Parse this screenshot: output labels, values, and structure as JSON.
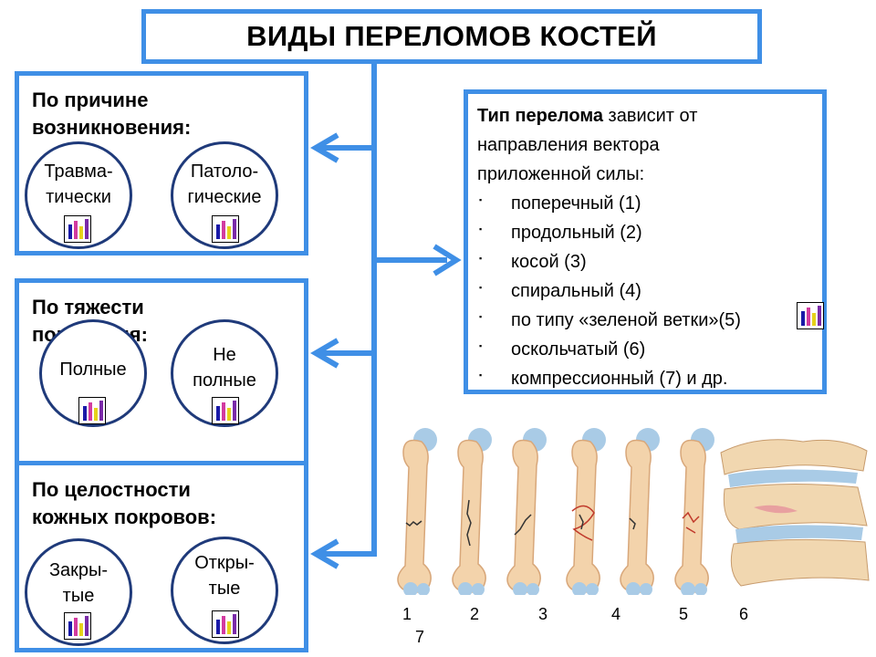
{
  "title": "ВИДЫ ПЕРЕЛОМОВ КОСТЕЙ",
  "categories": [
    {
      "title_line1": "По причине",
      "title_line2": "возникновения:",
      "items": [
        {
          "line1": "Травма-",
          "line2": "тически"
        },
        {
          "line1": "Патоло-",
          "line2": "гические"
        }
      ]
    },
    {
      "title_line1": "По тяжести",
      "title_line2": "поражения:",
      "items": [
        {
          "line1": "Полные",
          "line2": ""
        },
        {
          "line1": "Не",
          "line2": "полные"
        }
      ]
    },
    {
      "title_line1": "По целостности",
      "title_line2": "кожных покровов:",
      "items": [
        {
          "line1": "Закры-",
          "line2": "тые"
        },
        {
          "line1": "Откры-",
          "line2": "тые"
        }
      ]
    }
  ],
  "info": {
    "bold": "Тип перелома",
    "rest": " зависит от",
    "line2": "направления вектора",
    "line3": "приложенной силы:",
    "items": [
      "поперечный (1)",
      "продольный (2)",
      "косой (3)",
      "спиральный (4)",
      "по типу «зеленой ветки»(5)",
      "оскольчатый (6)",
      "компрессионный (7) и др."
    ]
  },
  "bone_numbers": [
    "1",
    "2",
    "3",
    "4",
    "5",
    "6",
    "7"
  ],
  "colors": {
    "accent": "#3f8fe6",
    "circle_border": "#1f3a7a"
  },
  "icon_name": "chart-icon"
}
